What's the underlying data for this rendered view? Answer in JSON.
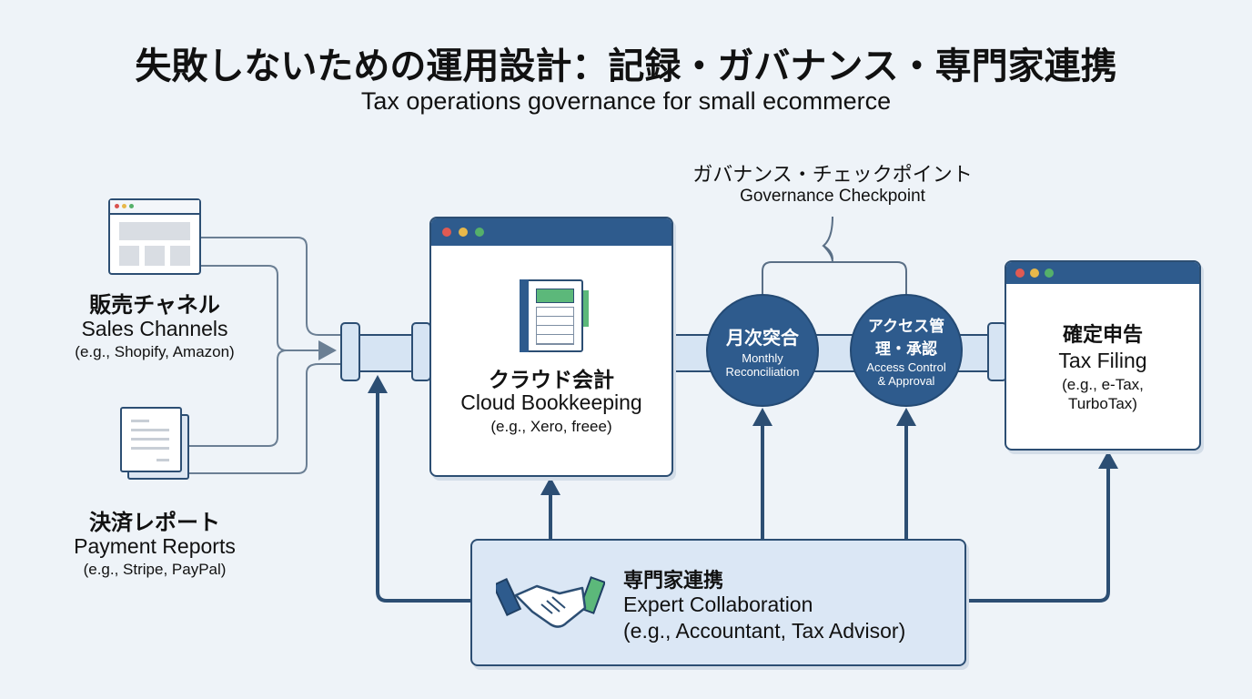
{
  "title": "失敗しないための運用設計：記録・ガバナンス・専門家連携",
  "subtitle": "Tax operations governance for small ecommerce",
  "checkpoint": {
    "jp": "ガバナンス・チェックポイント",
    "en": "Governance Checkpoint"
  },
  "sales": {
    "jp": "販売チャネル",
    "en": "Sales Channels",
    "eg": "(e.g., Shopify, Amazon)"
  },
  "payment": {
    "jp": "決済レポート",
    "en": "Payment Reports",
    "eg": "(e.g., Stripe, PayPal)"
  },
  "bookkeeping": {
    "jp": "クラウド会計",
    "en": "Cloud Bookkeeping",
    "eg": "(e.g., Xero, freee)"
  },
  "reconciliation": {
    "jp": "月次突合",
    "en1": "Monthly",
    "en2": "Reconciliation"
  },
  "access": {
    "jp1": "アクセス管",
    "jp2": "理・承認",
    "en1": "Access Control",
    "en2": "& Approval"
  },
  "filing": {
    "jp": "確定申告",
    "en": "Tax Filing",
    "eg1": "(e.g., e-Tax,",
    "eg2": "TurboTax)"
  },
  "expert": {
    "jp": "専門家連携",
    "en": "Expert Collaboration",
    "eg": "(e.g., Accountant, Tax Advisor)"
  },
  "colors": {
    "primary": "#2e5b8d",
    "pipe": "#d6e4f3",
    "connector": "#6b7f94",
    "background": "#eef3f8"
  },
  "icons": [
    "browser-window-icon",
    "document-icon",
    "ledger-icon",
    "handshake-icon"
  ]
}
